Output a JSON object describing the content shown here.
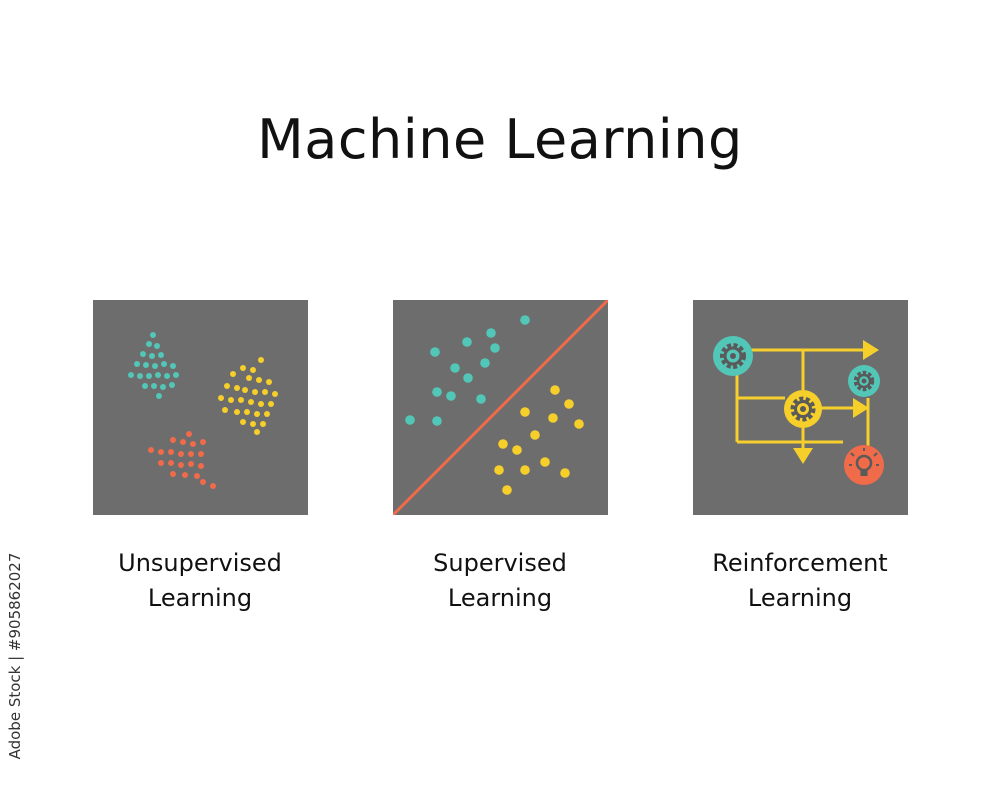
{
  "title": "Machine Learning",
  "credit": "Adobe Stock | #905862027",
  "colors": {
    "panel_bg": "#6d6d6d",
    "teal": "#52c7b8",
    "yellow": "#f6cf2a",
    "orange": "#ef6b4a"
  },
  "panels": [
    {
      "id": "unsupervised",
      "caption_line1": "Unsupervised",
      "caption_line2": "Learning",
      "icon": "clustering-icon"
    },
    {
      "id": "supervised",
      "caption_line1": "Supervised",
      "caption_line2": "Learning",
      "icon": "classification-icon"
    },
    {
      "id": "reinforcement",
      "caption_line1": "Reinforcement",
      "caption_line2": "Learning",
      "icon": "reinforcement-flow-icon"
    }
  ]
}
